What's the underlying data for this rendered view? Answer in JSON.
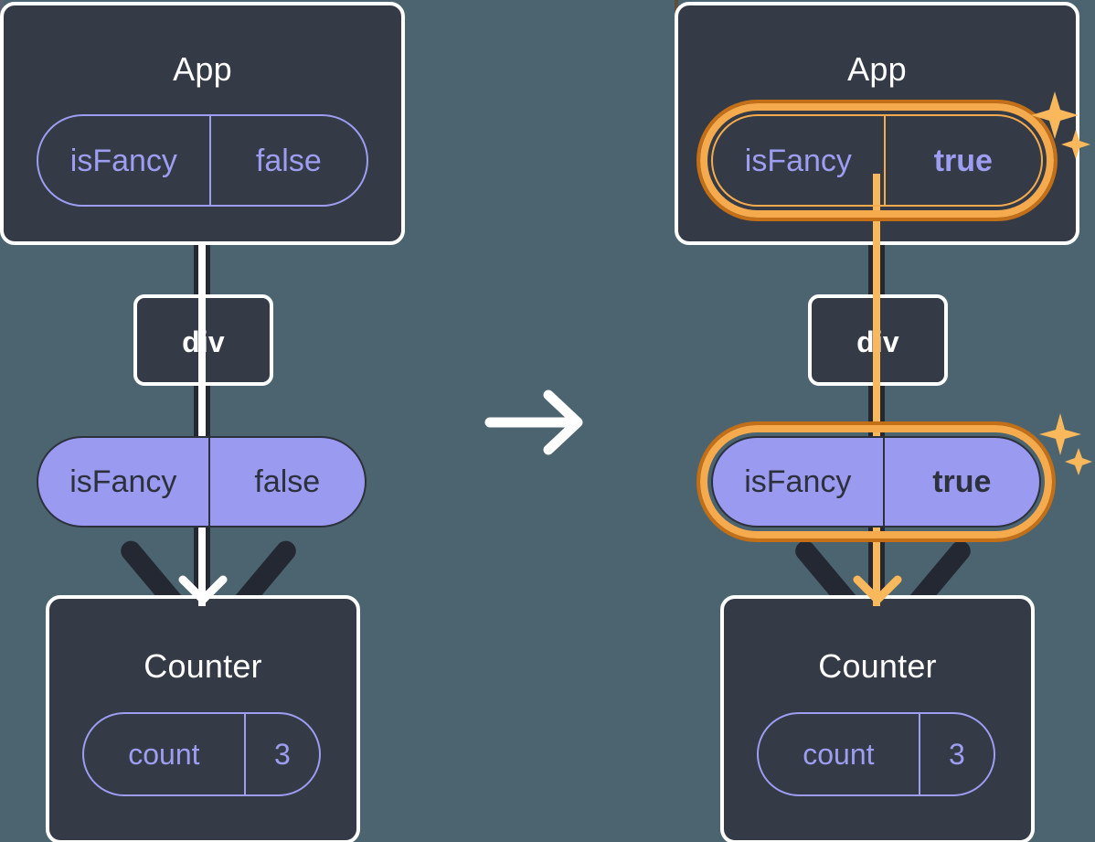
{
  "diagram": {
    "title": "React state propagation: isFancy lifted to App",
    "background_color": "#4c6470",
    "transition_arrow_icon": "arrow-right-icon",
    "sparkle_icon": "sparkle-icon",
    "colors": {
      "panel_surface": "#343a46",
      "box_border": "#ffffff",
      "pill_outline": "#9d9df2",
      "pill_fill": "#9a9af0",
      "pill_fill_text": "#2c313c",
      "highlight_ring_inner": "#f5ab4d",
      "highlight_ring_outer": "#c26f18",
      "connector_dark": "#232833",
      "connector_inner_default": "#ffffff",
      "connector_inner_highlight": "#f9b85c",
      "sparkle": "#f9b85c"
    }
  },
  "panels": [
    {
      "id": "before",
      "highlighted": false,
      "app": {
        "title": "App",
        "prop": {
          "name": "isFancy",
          "value": "false",
          "bold_value": false
        }
      },
      "div": {
        "title": "div"
      },
      "state": {
        "name": "isFancy",
        "value": "false",
        "bold_value": false
      },
      "counter": {
        "title": "Counter",
        "prop": {
          "name": "count",
          "value": "3",
          "bold_value": false
        }
      }
    },
    {
      "id": "after",
      "highlighted": true,
      "app": {
        "title": "App",
        "prop": {
          "name": "isFancy",
          "value": "true",
          "bold_value": true
        }
      },
      "div": {
        "title": "div"
      },
      "state": {
        "name": "isFancy",
        "value": "true",
        "bold_value": true
      },
      "counter": {
        "title": "Counter",
        "prop": {
          "name": "count",
          "value": "3",
          "bold_value": false
        }
      }
    }
  ]
}
